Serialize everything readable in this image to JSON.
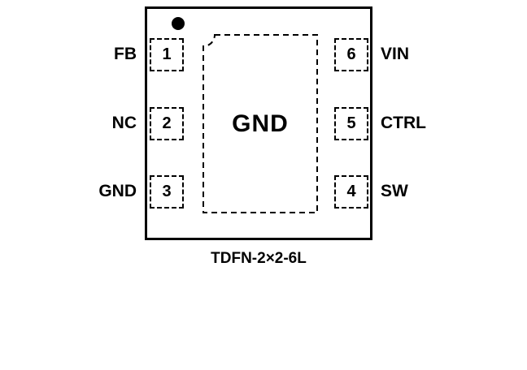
{
  "package": {
    "name": "TDFN-2×2-6L",
    "center_pad_label": "GND"
  },
  "pins": {
    "left": [
      {
        "number": "1",
        "label": "FB"
      },
      {
        "number": "2",
        "label": "NC"
      },
      {
        "number": "3",
        "label": "GND"
      }
    ],
    "right": [
      {
        "number": "6",
        "label": "VIN"
      },
      {
        "number": "5",
        "label": "CTRL"
      },
      {
        "number": "4",
        "label": "SW"
      }
    ]
  },
  "colors": {
    "line": "#000000",
    "background": "#ffffff"
  }
}
